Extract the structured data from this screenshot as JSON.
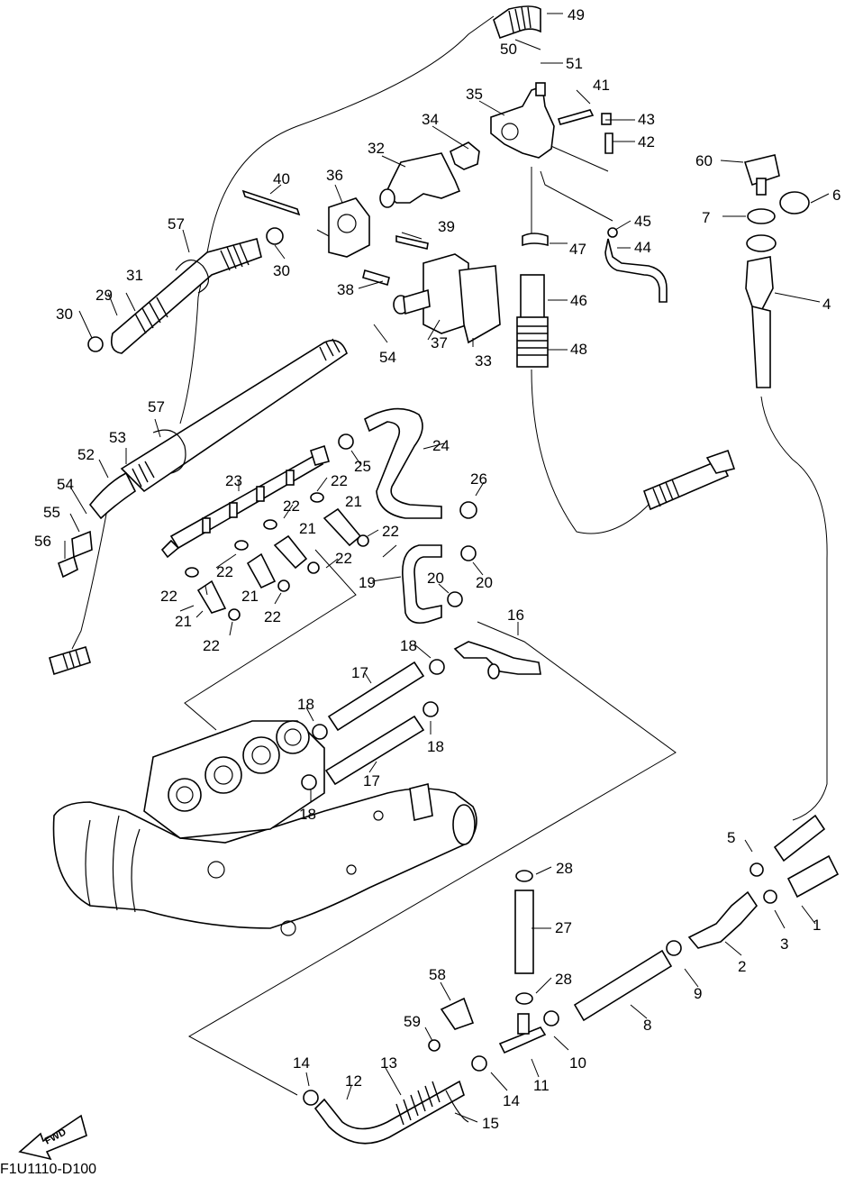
{
  "diagram": {
    "drawing_code": "F1U1110-D100",
    "fwd_label": "FWD",
    "callouts": {
      "c1": "1",
      "c2": "2",
      "c3": "3",
      "c4": "4",
      "c5": "5",
      "c6": "6",
      "c7": "7",
      "c8": "8",
      "c9": "9",
      "c10": "10",
      "c11": "11",
      "c12": "12",
      "c13": "13",
      "c14a": "14",
      "c14b": "14",
      "c15": "15",
      "c16": "16",
      "c17a": "17",
      "c17b": "17",
      "c18a": "18",
      "c18b": "18",
      "c18c": "18",
      "c18d": "18",
      "c19": "19",
      "c20a": "20",
      "c20b": "20",
      "c21a": "21",
      "c21b": "21",
      "c21c": "21",
      "c21d": "21",
      "c22a": "22",
      "c22b": "22",
      "c22c": "22",
      "c22d": "22",
      "c22e": "22",
      "c22f": "22",
      "c22g": "22",
      "c22h": "22",
      "c23": "23",
      "c24": "24",
      "c25": "25",
      "c26": "26",
      "c27": "27",
      "c28a": "28",
      "c28b": "28",
      "c29": "29",
      "c30a": "30",
      "c30b": "30",
      "c31": "31",
      "c32": "32",
      "c33": "33",
      "c34": "34",
      "c35": "35",
      "c36": "36",
      "c37": "37",
      "c38": "38",
      "c39": "39",
      "c40": "40",
      "c41": "41",
      "c42": "42",
      "c43": "43",
      "c44": "44",
      "c45": "45",
      "c46": "46",
      "c47": "47",
      "c48": "48",
      "c49": "49",
      "c50": "50",
      "c51": "51",
      "c52": "52",
      "c53": "53",
      "c54a": "54",
      "c54b": "54",
      "c55": "55",
      "c56": "56",
      "c57a": "57",
      "c57b": "57",
      "c58": "58",
      "c59": "59",
      "c60": "60"
    }
  }
}
